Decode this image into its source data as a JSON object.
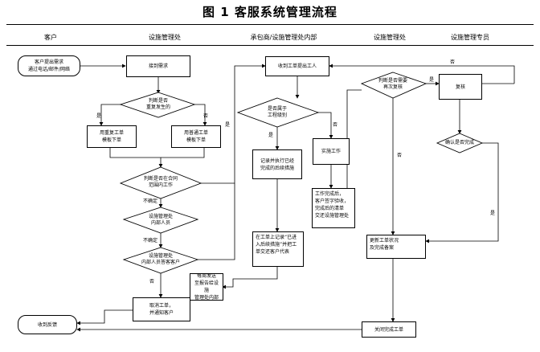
{
  "title": "图 1 客服系统管理流程",
  "lanes": [
    "客户",
    "设施管理处",
    "承包商/设施管理处内部",
    "设施管理处",
    "设施管理专员"
  ],
  "nodes": {
    "customer_request": "客户提出需求\n通过电话/邮件/网络",
    "receive_request": "接到需求",
    "judge_repeat": "判断是否\n重复发生的",
    "repeat_ticket": "用重复工单\n模板下单",
    "normal_ticket": "用普通工单\n模板下单",
    "judge_contract": "判断是否在合同\n范围内工作",
    "judge_staff": "设施管理处\n内部人员",
    "judge_visit": "设施管理处\n内部人员答客客户",
    "send_report": "每周发送\n至报告给设施\n管理处内部",
    "cancel_ticket": "取消工单，\n并通知客户",
    "close_feedback": "收到反馈",
    "receive_ticket": "收到工单提出工人",
    "judge_engineering": "是否属于\n工程级别",
    "record_ticket": "记录并执行已经\n完成的后续措施",
    "implement_work": "实施工作",
    "work_done": "工作完成后，\n客户签字验收，\n完成后的清单\n交还设施管理处",
    "record_complete": "在工单上记录“已进\n入后续措施”并把工\n单交还客户代表",
    "judge_review": "判断是否需要\n再次复核",
    "review": "复核",
    "confirm_complete": "确认是否完成",
    "update_status": "更新工单状况\n及完成备案",
    "close_ticket": "关闭完成工单"
  },
  "edge_labels": {
    "yes": "是",
    "no": "否",
    "uncertain": "不确定"
  }
}
